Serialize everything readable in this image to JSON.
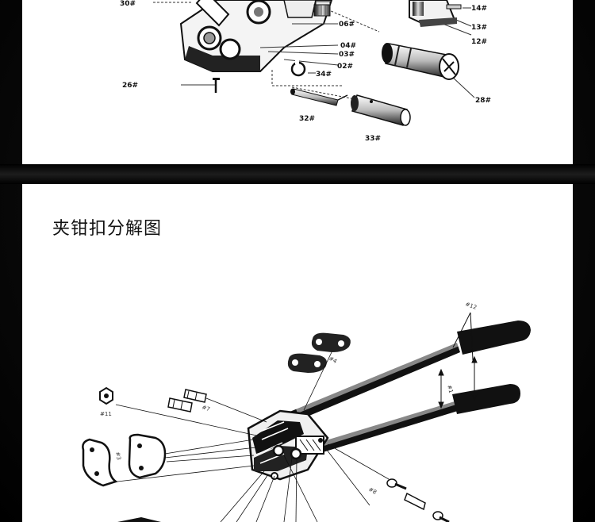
{
  "top_diagram": {
    "part_labels": [
      "30#",
      "06#",
      "04#",
      "03#",
      "02#",
      "34#",
      "26#",
      "32#",
      "33#",
      "14#",
      "13#",
      "12#",
      "28#"
    ]
  },
  "bottom_diagram": {
    "title": "夹钳扣分解图",
    "part_labels": [
      "#12",
      "#1",
      "#4",
      "#11",
      "#7",
      "#3",
      "#8"
    ]
  },
  "colors": {
    "background": "#050505",
    "panel": "#ffffff",
    "ink": "#111111"
  }
}
